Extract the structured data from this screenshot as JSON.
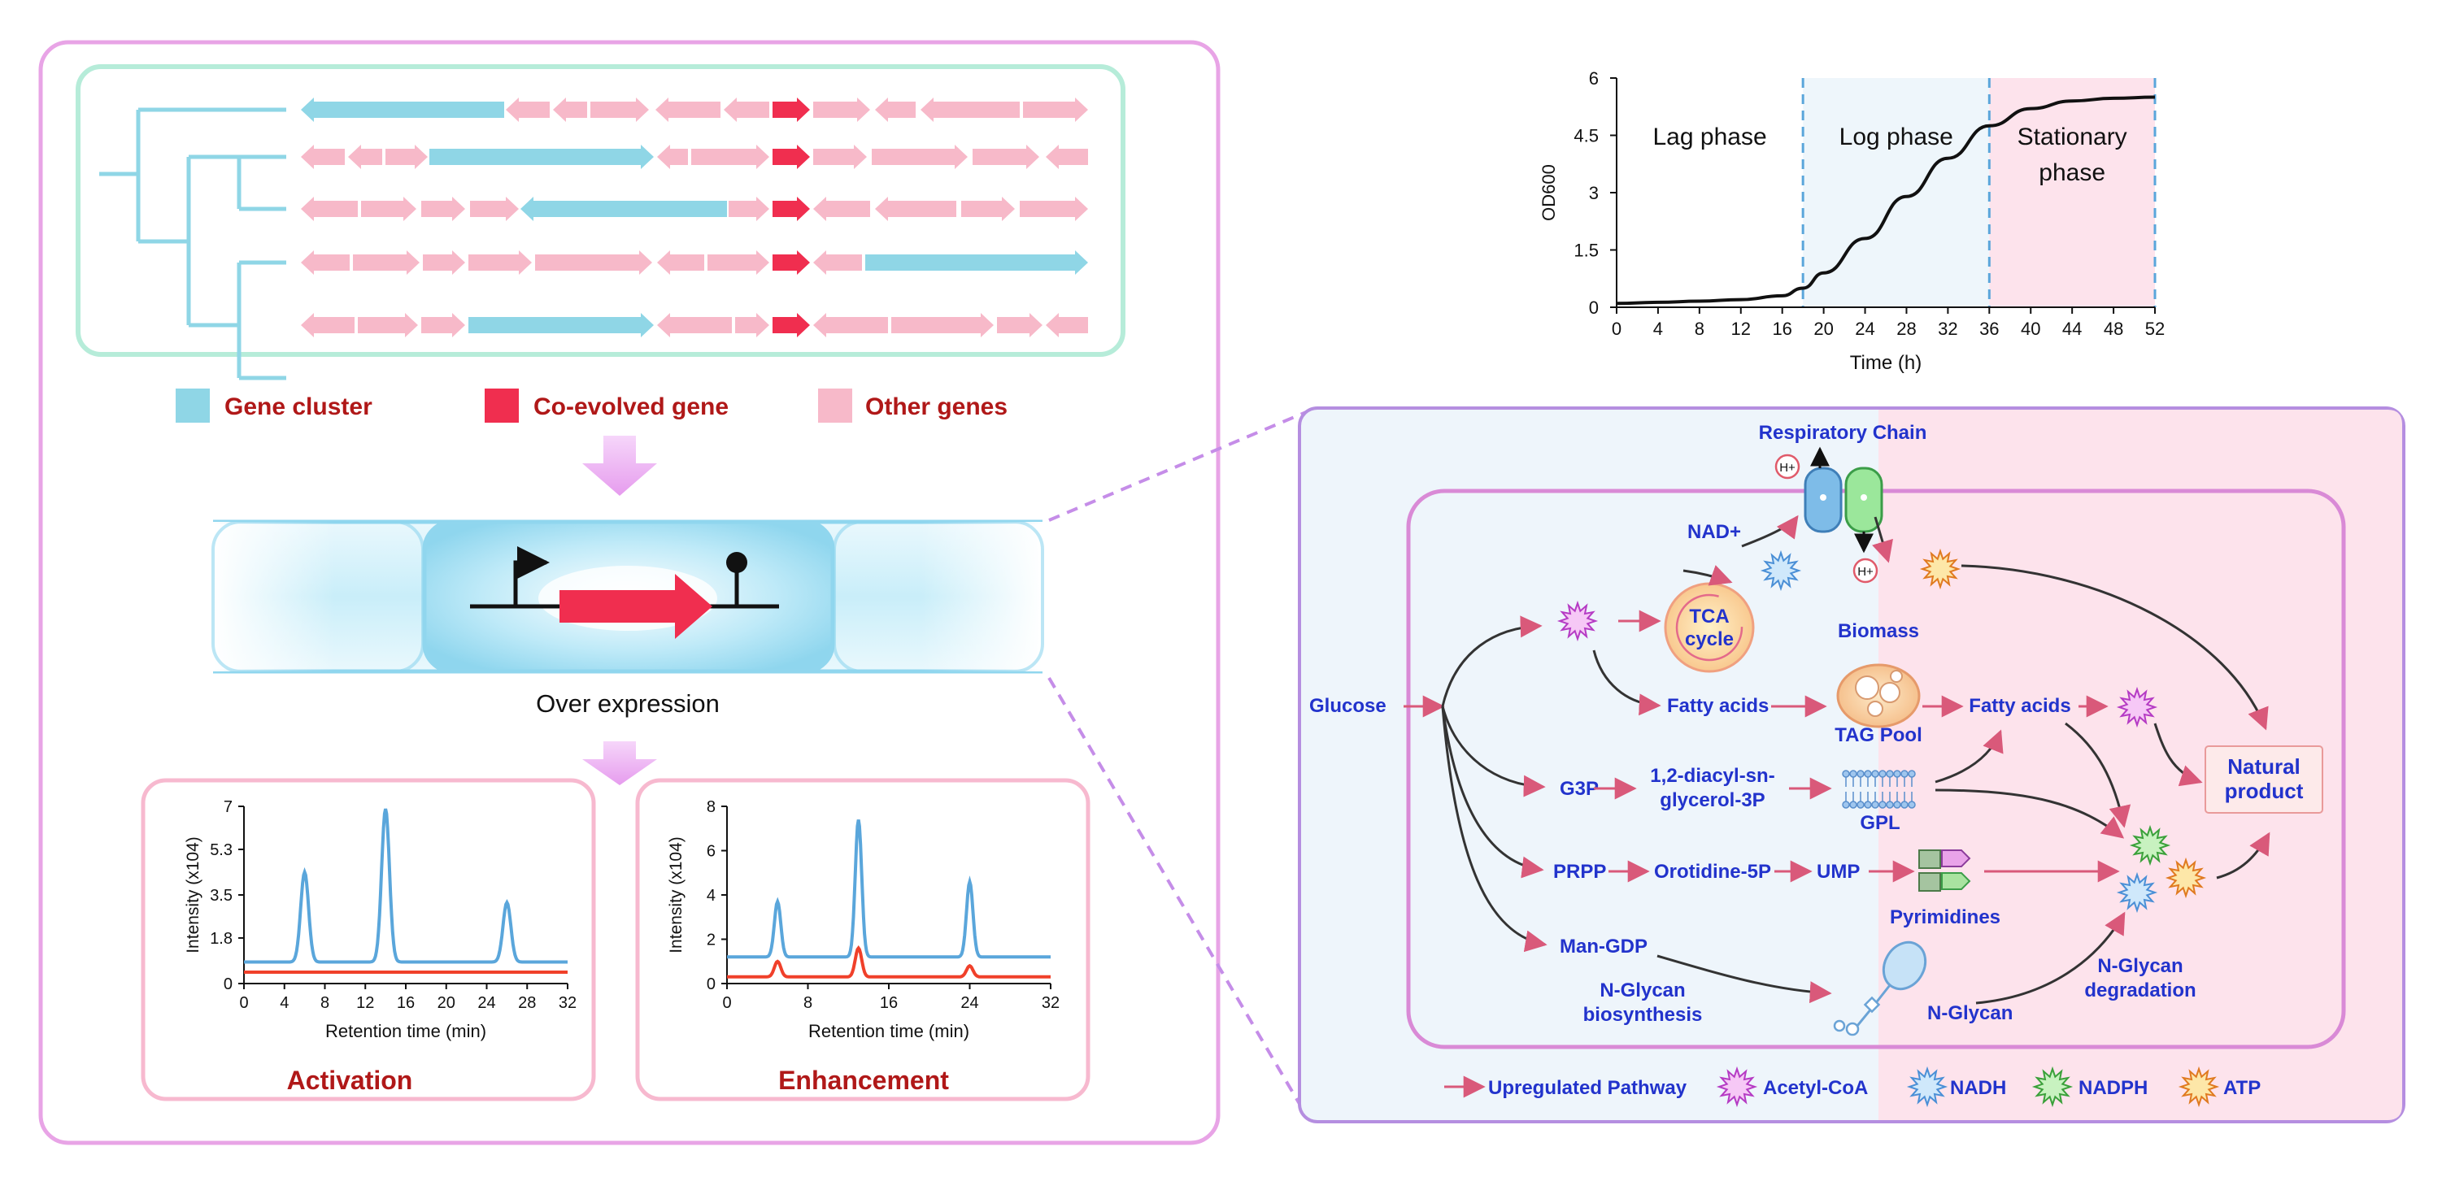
{
  "colors": {
    "cluster": "#8fd6e6",
    "coevolved": "#f02e4f",
    "other": "#f7b9c9",
    "accent_red": "#b01818",
    "accent_blue": "#2233cc",
    "panel_border_pink": "#e8a4e6",
    "panel_border_purple": "#b58ee0",
    "lane_blue": "#99d8ef",
    "trace_blue": "#5aa6db",
    "trace_red": "#f0402a"
  },
  "legend_genes": {
    "cluster": "Gene cluster",
    "coevolved": "Co-evolved gene",
    "other": "Other genes"
  },
  "overexpression": {
    "label": "Over expression"
  },
  "chrom_left": {
    "ylabel": "Intensity (x104)",
    "xlabel": "Retention time (min)",
    "caption": "Activation",
    "yticks": [
      "7",
      "5.3",
      "3.5",
      "1.8",
      "0"
    ],
    "xticks": [
      "0",
      "4",
      "8",
      "12",
      "16",
      "20",
      "24",
      "28",
      "32"
    ]
  },
  "chrom_right": {
    "ylabel": "Intensity (x104)",
    "xlabel": "Retention time (min)",
    "caption": "Enhancement",
    "yticks": [
      "8",
      "6",
      "4",
      "2",
      "0"
    ],
    "xticks": [
      "0",
      "8",
      "16",
      "24",
      "32"
    ]
  },
  "growth": {
    "ylabel": "OD600",
    "xlabel": "Time (h)",
    "yticks": [
      "6",
      "4.5",
      "3",
      "1.5",
      "0"
    ],
    "xticks": [
      "0",
      "4",
      "8",
      "12",
      "16",
      "20",
      "24",
      "28",
      "32",
      "36",
      "40",
      "44",
      "48",
      "52"
    ],
    "phases": {
      "lag": "Lag phase",
      "log": "Log phase",
      "stationary_1": "Stationary",
      "stationary_2": "phase"
    }
  },
  "chart_data": [
    {
      "type": "line",
      "title": "",
      "xlabel": "Time (h)",
      "ylabel": "OD600",
      "xlim": [
        0,
        52
      ],
      "ylim": [
        0,
        6
      ],
      "series": [
        {
          "values": [
            [
              0,
              0.1
            ],
            [
              4,
              0.13
            ],
            [
              8,
              0.16
            ],
            [
              12,
              0.2
            ],
            [
              16,
              0.3
            ],
            [
              18,
              0.5
            ],
            [
              20,
              0.9
            ],
            [
              24,
              1.8
            ],
            [
              28,
              2.9
            ],
            [
              32,
              3.9
            ],
            [
              36,
              4.75
            ],
            [
              40,
              5.2
            ],
            [
              44,
              5.4
            ],
            [
              48,
              5.47
            ],
            [
              52,
              5.5
            ]
          ]
        }
      ]
    },
    {
      "type": "line",
      "title": "",
      "xlabel": "Retention time (min)",
      "ylabel": "Intensity (x104)",
      "xlim": [
        0,
        32
      ],
      "ylim": [
        0,
        7
      ],
      "series": [
        {
          "values": [
            [
              0,
              0.85
            ],
            [
              6,
              4.4
            ],
            [
              14,
              6.9
            ],
            [
              26,
              3.2
            ],
            [
              32,
              0.85
            ]
          ]
        },
        {
          "values": [
            [
              0,
              0.45
            ],
            [
              32,
              0.45
            ]
          ]
        }
      ]
    },
    {
      "type": "line",
      "title": "",
      "xlabel": "Retention time (min)",
      "ylabel": "Intensity (x104)",
      "xlim": [
        0,
        32
      ],
      "ylim": [
        0,
        8
      ],
      "series": [
        {
          "values": [
            [
              0,
              1.2
            ],
            [
              5,
              3.7
            ],
            [
              13,
              7.4
            ],
            [
              24,
              4.6
            ],
            [
              32,
              1.2
            ]
          ]
        },
        {
          "values": [
            [
              0,
              0.3
            ],
            [
              5,
              1.0
            ],
            [
              13,
              1.6
            ],
            [
              24,
              0.8
            ],
            [
              32,
              0.3
            ]
          ]
        }
      ]
    }
  ],
  "pathway": {
    "respiratory_chain": "Respiratory Chain",
    "h_plus": "H+",
    "nad_plus": "NAD+",
    "tca_1": "TCA",
    "tca_2": "cycle",
    "biomass": "Biomass",
    "glucose": "Glucose",
    "fatty_acids_1": "Fatty acids",
    "tag_pool": "TAG Pool",
    "fatty_acids_2": "Fatty acids",
    "natural_product_1": "Natural",
    "natural_product_2": "product",
    "g3p": "G3P",
    "diacyl_1": "1,2-diacyl-sn-",
    "diacyl_2": "glycerol-3P",
    "gpl": "GPL",
    "prpp": "PRPP",
    "orotidine": "Orotidine-5P",
    "ump": "UMP",
    "pyrimidines": "Pyrimidines",
    "man_gdp": "Man-GDP",
    "nglycan_biosyn_1": "N-Glycan",
    "nglycan_biosyn_2": "biosynthesis",
    "nglycan": "N-Glycan",
    "nglycan_deg_1": "N-Glycan",
    "nglycan_deg_2": "degradation"
  },
  "legend_pathway": {
    "upregulated": "Upregulated Pathway",
    "acetyl_coa": "Acetyl-CoA",
    "nadh": "NADH",
    "nadph": "NADPH",
    "atp": "ATP"
  }
}
